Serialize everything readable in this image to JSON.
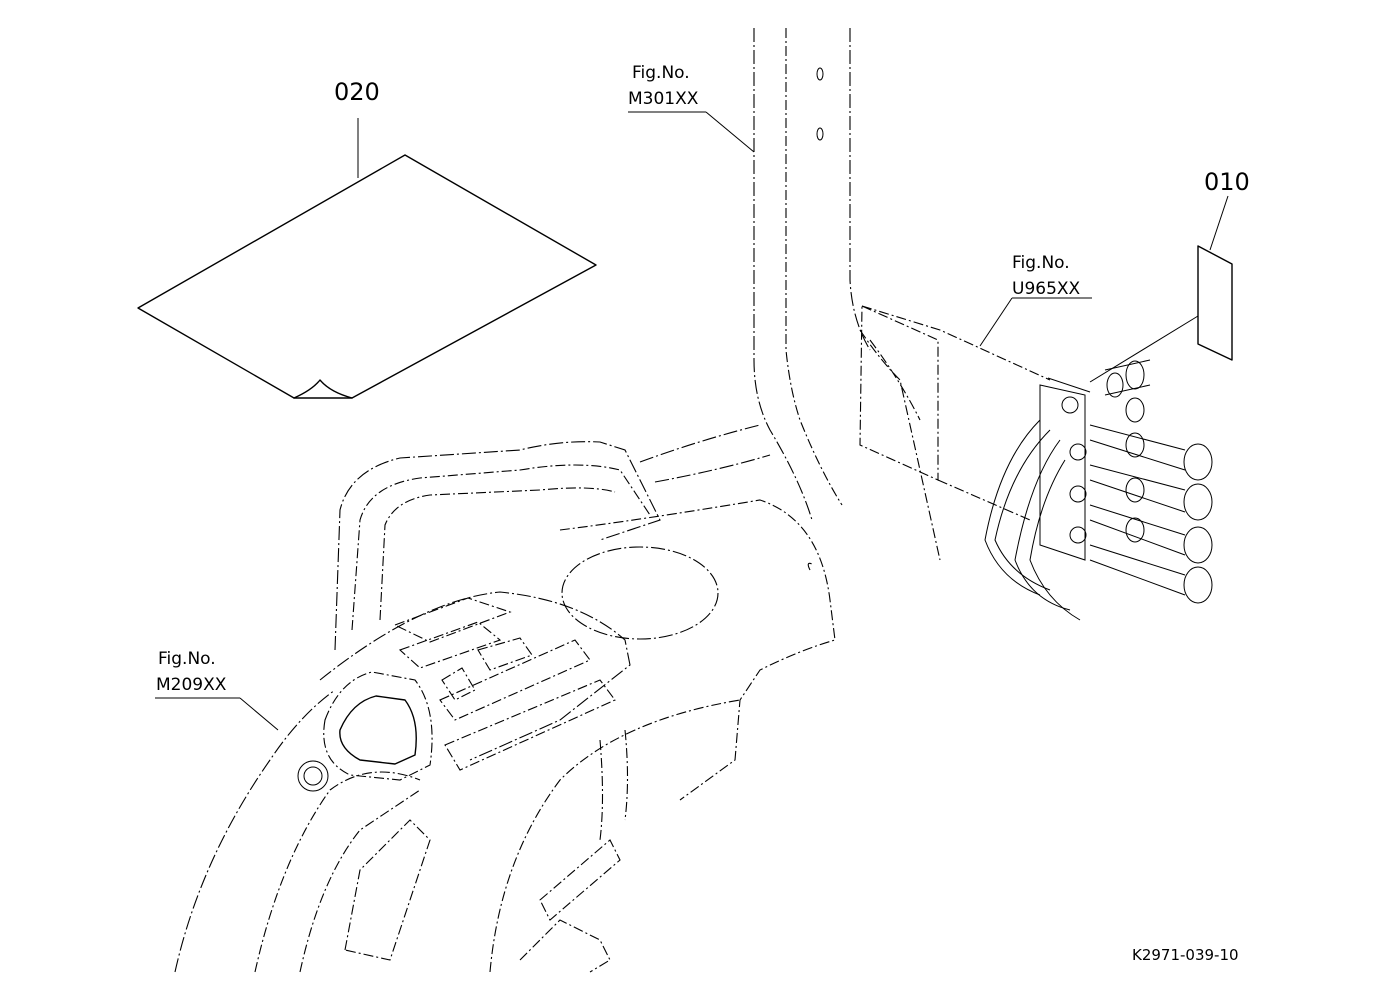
{
  "callouts": {
    "part_020": "020",
    "part_010": "010"
  },
  "figure_refs": {
    "m301": {
      "line1": "Fig.No.",
      "line2": "M301XX"
    },
    "u965": {
      "line1": "Fig.No.",
      "line2": "U965XX"
    },
    "m209": {
      "line1": "Fig.No.",
      "line2": "M209XX"
    }
  },
  "drawing_id": "K2971-039-10"
}
